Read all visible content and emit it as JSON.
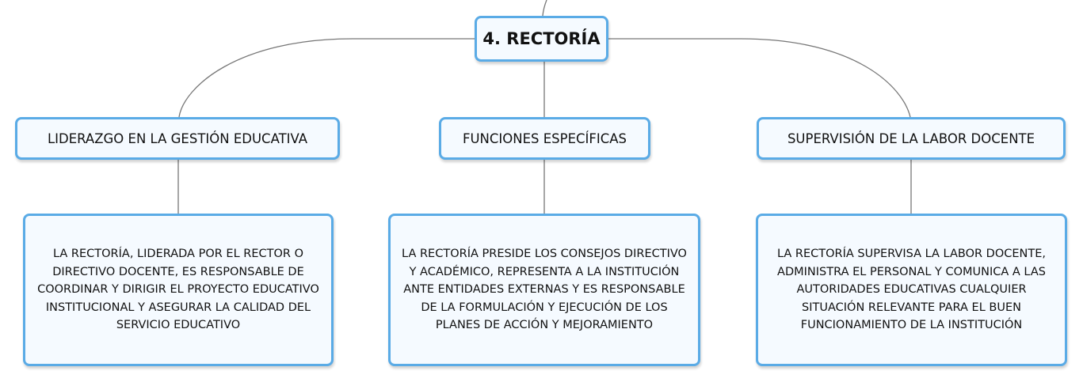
{
  "root": {
    "label": "4. RECTORÍA"
  },
  "topics": [
    {
      "label": "LIDERAZGO EN LA GESTIÓN EDUCATIVA",
      "description": "LA RECTORÍA, LIDERADA POR EL RECTOR O DIRECTIVO DOCENTE, ES RESPONSABLE DE COORDINAR Y DIRIGIR EL PROYECTO EDUCATIVO INSTITUCIONAL Y ASEGURAR LA CALIDAD DEL SERVICIO EDUCATIVO"
    },
    {
      "label": "FUNCIONES ESPECÍFICAS",
      "description": "LA RECTORÍA PRESIDE LOS CONSEJOS DIRECTIVO Y ACADÉMICO, REPRESENTA A LA INSTITUCIÓN ANTE ENTIDADES EXTERNAS Y ES RESPONSABLE DE LA FORMULACIÓN Y EJECUCIÓN DE LOS PLANES DE ACCIÓN Y MEJORAMIENTO"
    },
    {
      "label": "SUPERVISIÓN DE LA LABOR DOCENTE",
      "description": "LA RECTORÍA SUPERVISA LA LABOR DOCENTE, ADMINISTRA EL PERSONAL Y COMUNICA A LAS AUTORIDADES EDUCATIVAS CUALQUIER SITUACIÓN RELEVANTE PARA EL BUEN FUNCIONAMIENTO DE LA INSTITUCIÓN"
    }
  ],
  "colors": {
    "node_border": "#5aabe6",
    "node_fill": "#f5faff",
    "connector": "#777777"
  }
}
